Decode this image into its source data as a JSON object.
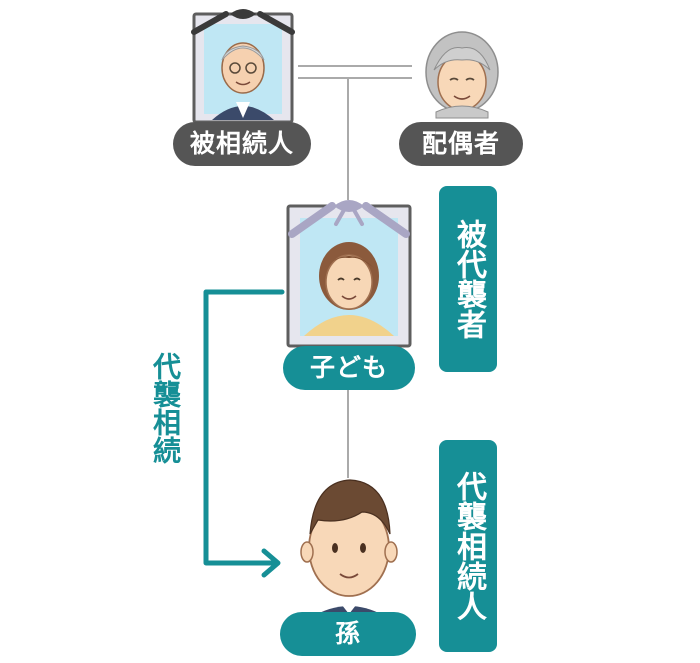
{
  "labels": {
    "deceased": "被相続人",
    "spouse": "配偶者",
    "child": "子ども",
    "grandchild": "孫",
    "replaced_person": "被代襲者",
    "substitute_heir": "代襲相続人",
    "substitute_inheritance": "代襲相続"
  },
  "colors": {
    "teal": "#168f96",
    "dark_label": "#555555",
    "line_gray": "#aaaaaa",
    "frame": "#6a6a6a",
    "ribbon": "#a9a6c4"
  }
}
